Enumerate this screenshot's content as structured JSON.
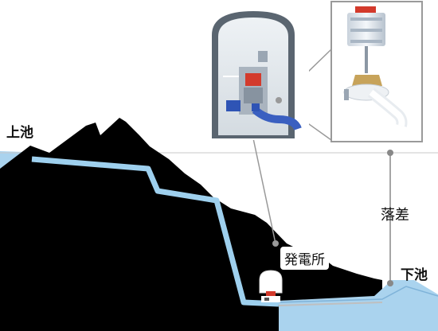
{
  "labels": {
    "upper_reservoir": "上池",
    "lower_reservoir": "下池",
    "head": "落差",
    "power_station": "発電所"
  },
  "colors": {
    "mountain": "#000000",
    "water": "#aad3ee",
    "water_deep": "#7fb3d9",
    "penstock": "#9ed0ee",
    "leader_line": "#888888",
    "inset_frame": "#9a9a9a",
    "generator": "#d33a2c",
    "turbine_pipe": "#3a5fc0"
  },
  "icons": [
    "cavern-cutaway-image",
    "turbine-generator-image",
    "powerhouse-icon"
  ]
}
